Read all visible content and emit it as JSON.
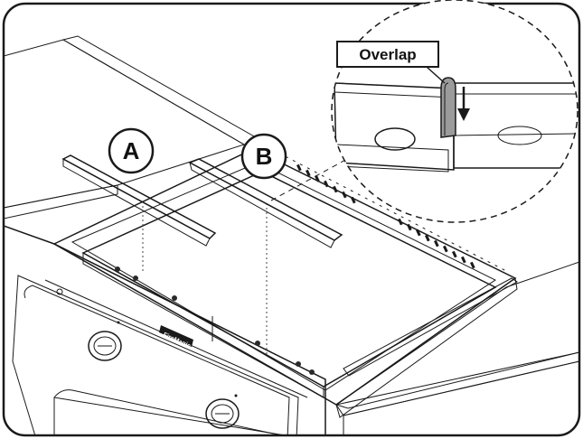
{
  "callouts": [
    {
      "label": "A"
    },
    {
      "label": "B"
    }
  ],
  "detail": {
    "label": "Overlap"
  },
  "brand": {
    "plate_text": "FireMagic"
  },
  "colors": {
    "outline": "#1a1a1a",
    "grill_body": "#dcdcdc",
    "griddle_dark": "#9a9a9a",
    "griddle_light": "#f4f4f4",
    "bar": "#8c8c8c"
  },
  "icons": [
    "down-arrow-icon",
    "knob-icon"
  ]
}
